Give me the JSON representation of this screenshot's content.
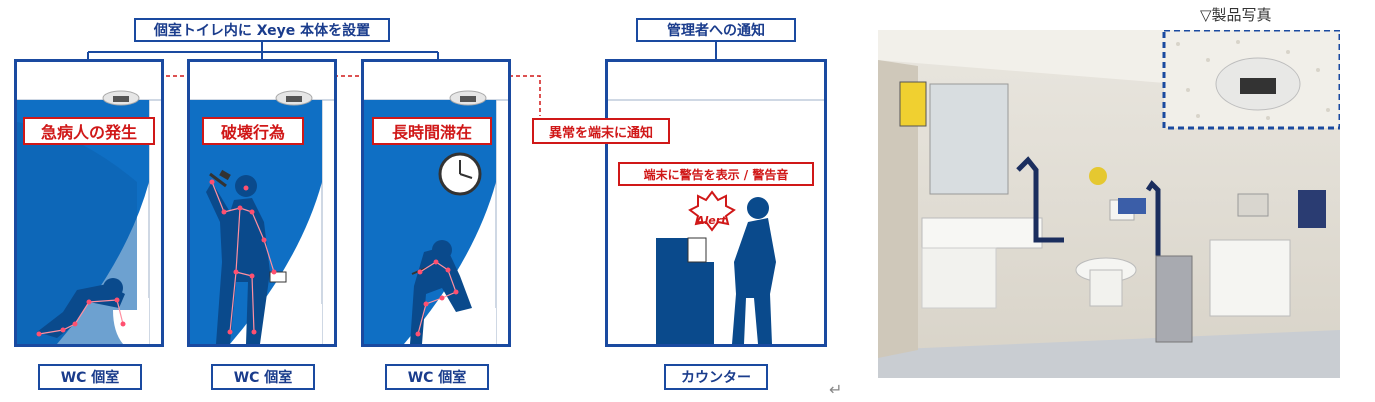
{
  "header": {
    "left_label": "個室トイレ内に Xeye 本体を設置",
    "right_label": "管理者への通知"
  },
  "panels": [
    {
      "event": "急病人の発生",
      "caption": "WC 個室"
    },
    {
      "event": "破壊行為",
      "caption": "WC 個室"
    },
    {
      "event": "長時間滞在",
      "caption": "WC 個室"
    }
  ],
  "admin": {
    "notify_label": "異常を端末に通知",
    "alert_label": "端末に警告を表示 / 警告音",
    "alert_badge": "Alert",
    "caption": "カウンター"
  },
  "photo": {
    "title": "▽製品写真"
  },
  "return_mark": "↵",
  "colors": {
    "brand_blue": "#1a4aa0",
    "alert_red": "#d01818",
    "fill_blue": "#0f6fc4"
  }
}
